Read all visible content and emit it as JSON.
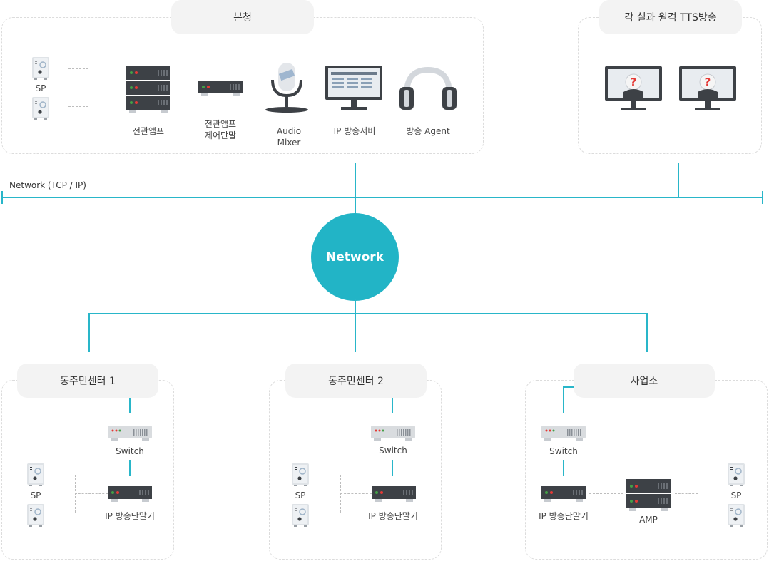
{
  "groups": {
    "main_office": {
      "title": "본청",
      "sp_label": "SP",
      "amp_label": "전관앰프",
      "amp_ctrl_label_1": "전관앰프",
      "amp_ctrl_label_2": "제어단말",
      "mixer_label_1": "Audio",
      "mixer_label_2": "Mixer",
      "server_label": "IP 방송서버",
      "agent_label": "방송 Agent"
    },
    "remote": {
      "title": "각 실과 원격 TTS방송"
    },
    "center1": {
      "title": "동주민센터 1",
      "switch_label": "Switch",
      "sp_label": "SP",
      "terminal_label": "IP 방송단말기"
    },
    "center2": {
      "title": "동주민센터 2",
      "switch_label": "Switch",
      "sp_label": "SP",
      "terminal_label": "IP 방송단말기"
    },
    "business": {
      "title": "사업소",
      "switch_label": "Switch",
      "terminal_label": "IP 방송단말기",
      "amp_label": "AMP",
      "sp_label": "SP"
    }
  },
  "network": {
    "bus_label": "Network (TCP / IP)",
    "hub_label": "Network"
  },
  "colors": {
    "accent": "#22b4c6",
    "line": "#29b6c9",
    "device_dark": "#3d4146",
    "device_light": "#d9dcdf",
    "question": "#e53935"
  }
}
